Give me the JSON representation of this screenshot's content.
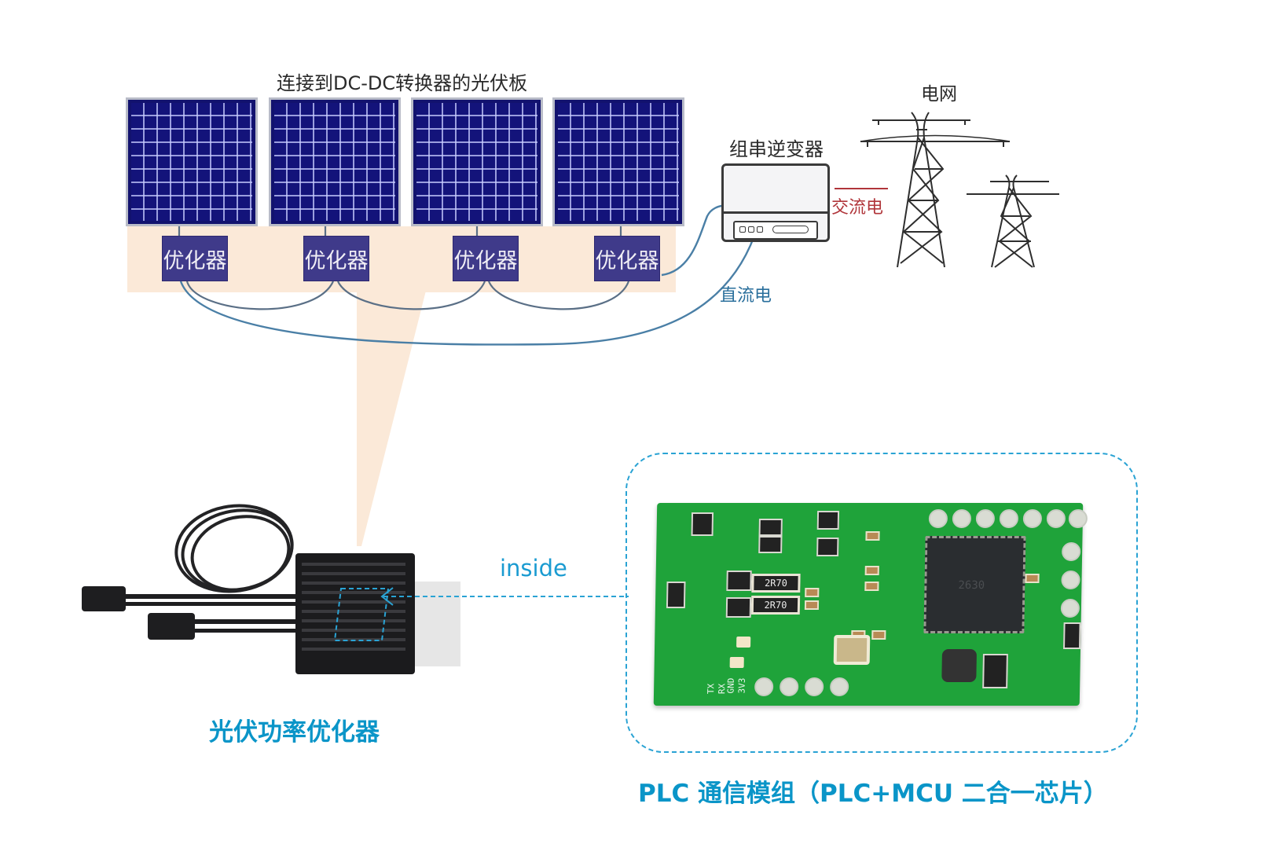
{
  "top_diagram": {
    "panels_caption": "连接到DC-DC转换器的光伏板",
    "panel_count": 4,
    "optimizer_label": "优化器",
    "optimizers": [
      "优化器",
      "优化器",
      "优化器",
      "优化器"
    ],
    "inverter_label": "组串逆变器",
    "ac_label": "交流电",
    "dc_label": "直流电",
    "grid_label": "电网"
  },
  "bottom_left": {
    "device_title": "光伏功率优化器"
  },
  "connector": {
    "inside_label": "inside"
  },
  "bottom_right": {
    "module_title": "PLC 通信模组（PLC+MCU 二合一芯片）",
    "pcb_markings": {
      "resistor_1": "2R70",
      "resistor_2": "2R70",
      "mcu_marking": "2630",
      "pin_labels": [
        "TX",
        "RX",
        "GND",
        "3V3"
      ]
    }
  },
  "colors": {
    "accent_cyan": "#0a95c8",
    "dashed_line": "#2aa3d4",
    "panel_blue": "#12126e",
    "optimizer_purple": "#3f3a8a",
    "highlight_band": "#fbe9d8",
    "ac_red": "#b0353a",
    "dc_blue": "#2a6f9c",
    "pcb_green": "#1fa33a"
  }
}
